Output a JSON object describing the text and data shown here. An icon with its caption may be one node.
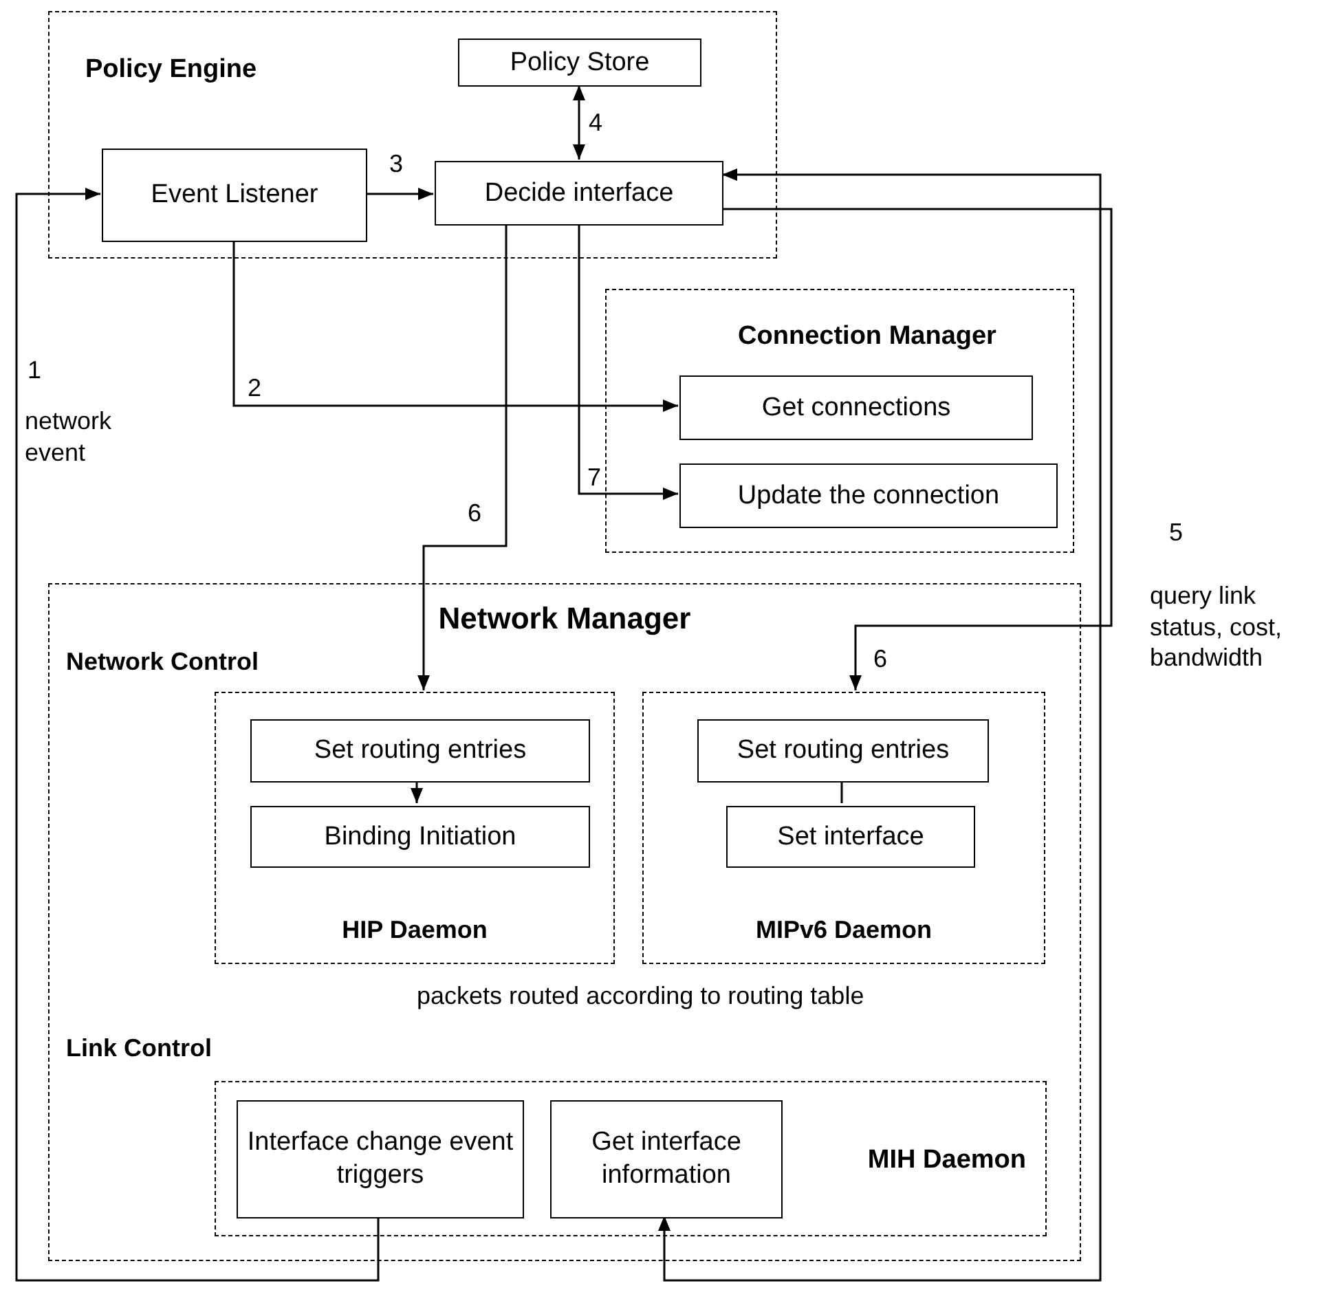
{
  "diagram": {
    "nodes": [
      {
        "text": [
          "Policy Engine"
        ]
      },
      {
        "text": [
          "Policy Store"
        ],
        "in": 0
      },
      {
        "text": [
          "Event Listener"
        ],
        "in": 0
      },
      {
        "text": [
          "Decide interface"
        ],
        "in": 0
      },
      {
        "text": [
          "Connection Manager"
        ]
      },
      {
        "text": [
          "Get connections"
        ],
        "in": 4
      },
      {
        "text": [
          "Update the connection"
        ],
        "in": 4
      },
      {
        "text": [
          "Network Manager"
        ]
      },
      {
        "text": [
          "HIP Daemon"
        ],
        "in": 7
      },
      {
        "text": [
          "Set routing entries"
        ],
        "in": 8
      },
      {
        "text": [
          "Binding Initiation"
        ],
        "in": 8
      },
      {
        "text": [
          "MIPv6 Daemon"
        ],
        "in": 7
      },
      {
        "text": [
          "Set routing entries"
        ],
        "in": 11
      },
      {
        "text": [
          "Set interface"
        ],
        "in": 11
      },
      {
        "text": [
          "MIH Daemon"
        ],
        "in": 7
      },
      {
        "text": [
          "Interface change event triggers"
        ],
        "in": 14
      },
      {
        "text": [
          "Get interface information"
        ],
        "in": 14
      }
    ],
    "edges": [
      {
        "from": 15,
        "to": 2,
        "arrow": "to",
        "label": "1"
      },
      {
        "from": 2,
        "to": 3,
        "arrow": "to",
        "label": "3"
      },
      {
        "from": 1,
        "to": 3,
        "arrow": "both",
        "label": "4"
      },
      {
        "from": 2,
        "to": 5,
        "arrow": "to",
        "label": "2"
      },
      {
        "from": 3,
        "to": 6,
        "arrow": "to",
        "label": "7"
      },
      {
        "from": 3,
        "to": 8,
        "arrow": "to",
        "label": "6"
      },
      {
        "from": 3,
        "to": 11,
        "arrow": "to",
        "label": "6"
      },
      {
        "from": 16,
        "to": 3,
        "arrow": "both",
        "label": "5"
      },
      {
        "from": 9,
        "to": 10,
        "arrow": "to"
      },
      {
        "from": 12,
        "to": 13,
        "arrow": "none"
      }
    ],
    "labels": [
      "network event",
      "query link status, cost, bandwidth",
      "Network Control",
      "packets routed according to routing table",
      "Link Control"
    ]
  }
}
